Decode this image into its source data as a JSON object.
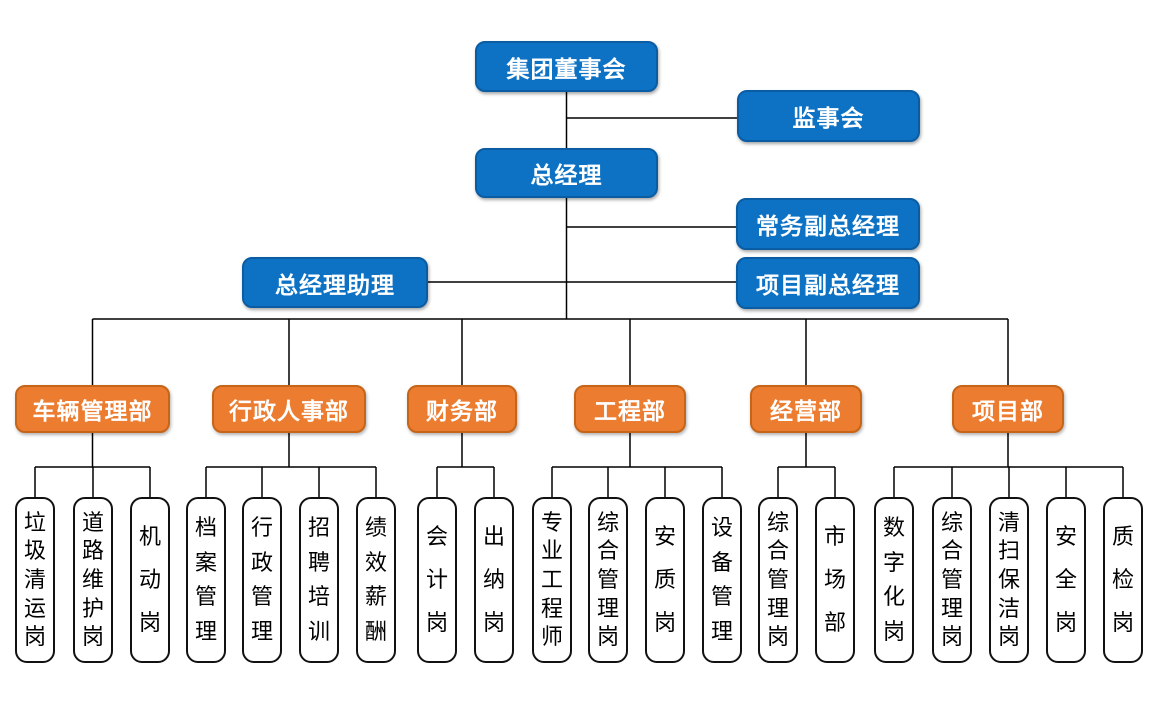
{
  "org": {
    "top": {
      "board": "集团董事会",
      "supervisory": "监事会",
      "gm": "总经理",
      "exec_deputy_gm": "常务副总经理",
      "gm_assistant": "总经理助理",
      "project_deputy_gm": "项目副总经理"
    },
    "departments": [
      {
        "label": "车辆管理部",
        "posts": [
          "垃圾清运岗",
          "道路维护岗",
          "机动岗"
        ]
      },
      {
        "label": "行政人事部",
        "posts": [
          "档案管理",
          "行政管理",
          "招聘培训",
          "绩效薪酬"
        ]
      },
      {
        "label": "财务部",
        "posts": [
          "会计岗",
          "出纳岗"
        ]
      },
      {
        "label": "工程部",
        "posts": [
          "专业工程师",
          "综合管理岗",
          "安质岗",
          "设备管理"
        ]
      },
      {
        "label": "经营部",
        "posts": [
          "综合管理岗",
          "市场部"
        ]
      },
      {
        "label": "项目部",
        "posts": [
          "数字化岗",
          "综合管理岗",
          "清扫保洁岗",
          "安全岗",
          "质检岗"
        ]
      }
    ],
    "colors": {
      "blue": "#0d72c4",
      "blue_border": "#0a5ca3",
      "orange": "#ec7c2f",
      "orange_border": "#c66418",
      "line": "#000000",
      "post_border": "#111111"
    }
  }
}
